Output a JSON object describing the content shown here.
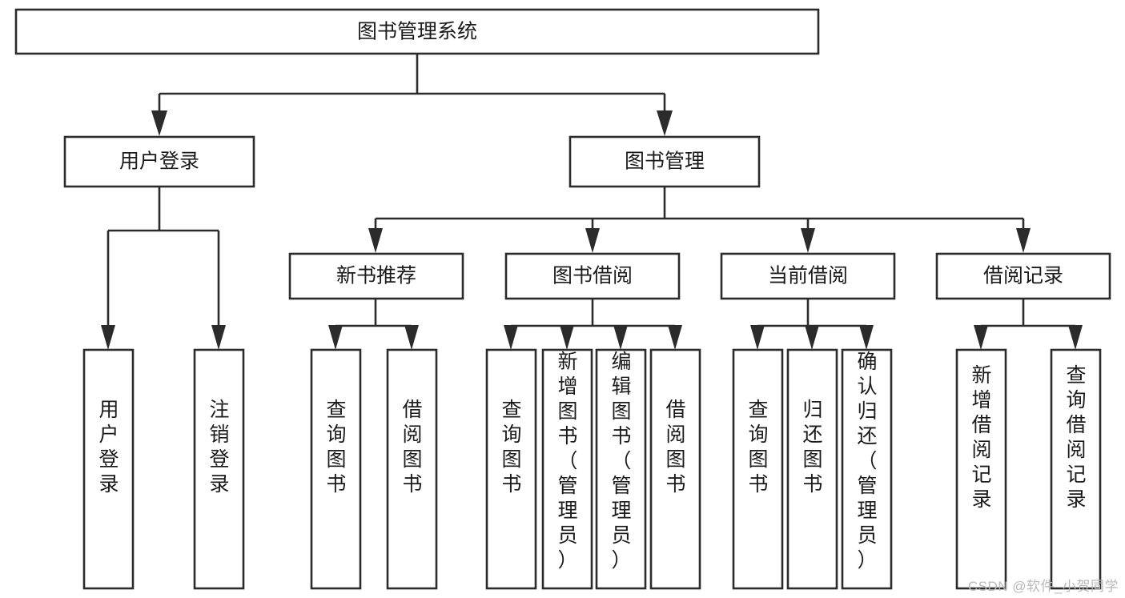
{
  "diagram": {
    "title": "图书管理系统",
    "type": "tree",
    "colors": {
      "box_stroke": "#2b2b2b",
      "box_fill": "#ffffff",
      "text": "#1b1b1b",
      "background": "#ffffff",
      "watermark": "#b9b9b9"
    },
    "root": {
      "id": "root",
      "label": "图书管理系统",
      "orientation": "horizontal"
    },
    "level1": [
      {
        "id": "user-login",
        "label": "用户登录",
        "orientation": "horizontal"
      },
      {
        "id": "book-manage",
        "label": "图书管理",
        "orientation": "horizontal"
      }
    ],
    "level2": [
      {
        "id": "new-book-recommend",
        "label": "新书推荐",
        "orientation": "horizontal",
        "parent": "book-manage"
      },
      {
        "id": "book-borrow",
        "label": "图书借阅",
        "orientation": "horizontal",
        "parent": "book-manage"
      },
      {
        "id": "current-borrow",
        "label": "当前借阅",
        "orientation": "horizontal",
        "parent": "book-manage"
      },
      {
        "id": "borrow-record",
        "label": "借阅记录",
        "orientation": "horizontal",
        "parent": "book-manage"
      }
    ],
    "leaves": [
      {
        "id": "leaf-user-login",
        "label": "用户登录",
        "orientation": "vertical",
        "parent": "user-login"
      },
      {
        "id": "leaf-user-logout",
        "label": "注销登录",
        "orientation": "vertical",
        "parent": "user-login"
      },
      {
        "id": "leaf-query-book-1",
        "label": "查询图书",
        "orientation": "vertical",
        "parent": "new-book-recommend"
      },
      {
        "id": "leaf-borrow-book-1",
        "label": "借阅图书",
        "orientation": "vertical",
        "parent": "new-book-recommend"
      },
      {
        "id": "leaf-query-book-2",
        "label": "查询图书",
        "orientation": "vertical",
        "parent": "book-borrow"
      },
      {
        "id": "leaf-add-book",
        "label": "新增图书（管理员）",
        "orientation": "vertical",
        "parent": "book-borrow"
      },
      {
        "id": "leaf-edit-book",
        "label": "编辑图书（管理员）",
        "orientation": "vertical",
        "parent": "book-borrow"
      },
      {
        "id": "leaf-borrow-book-2",
        "label": "借阅图书",
        "orientation": "vertical",
        "parent": "book-borrow"
      },
      {
        "id": "leaf-query-book-3",
        "label": "查询图书",
        "orientation": "vertical",
        "parent": "current-borrow"
      },
      {
        "id": "leaf-return-book",
        "label": "归还图书",
        "orientation": "vertical",
        "parent": "current-borrow"
      },
      {
        "id": "leaf-confirm-return",
        "label": "确认归还（管理员）",
        "orientation": "vertical",
        "parent": "current-borrow"
      },
      {
        "id": "leaf-add-record",
        "label": "新增借阅记录",
        "orientation": "vertical",
        "parent": "borrow-record"
      },
      {
        "id": "leaf-query-record",
        "label": "查询借阅记录",
        "orientation": "vertical",
        "parent": "borrow-record"
      }
    ]
  },
  "watermark": {
    "text": "CSDN @软件_小贺同学"
  }
}
